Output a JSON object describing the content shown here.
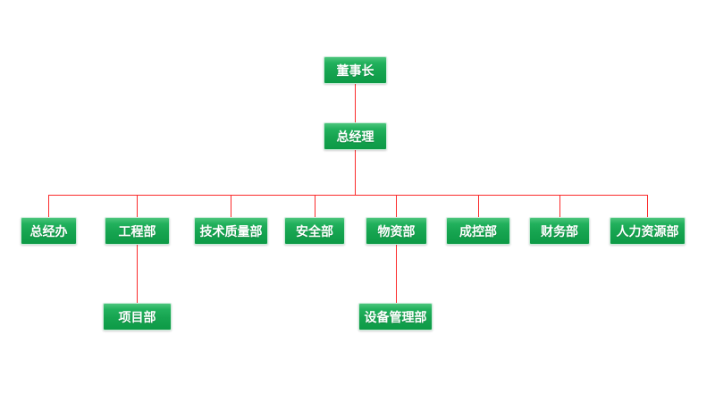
{
  "org_chart": {
    "type": "org-chart",
    "nodes": [
      {
        "id": "chairman",
        "label": "董事长",
        "level": 1,
        "parent": null
      },
      {
        "id": "general-manager",
        "label": "总经理",
        "level": 2,
        "parent": "chairman"
      },
      {
        "id": "gm-office",
        "label": "总经办",
        "level": 3,
        "parent": "general-manager"
      },
      {
        "id": "engineering",
        "label": "工程部",
        "level": 3,
        "parent": "general-manager"
      },
      {
        "id": "tech-quality",
        "label": "技术质量部",
        "level": 3,
        "parent": "general-manager"
      },
      {
        "id": "safety",
        "label": "安全部",
        "level": 3,
        "parent": "general-manager"
      },
      {
        "id": "materials",
        "label": "物资部",
        "level": 3,
        "parent": "general-manager"
      },
      {
        "id": "cost-control",
        "label": "成控部",
        "level": 3,
        "parent": "general-manager"
      },
      {
        "id": "finance",
        "label": "财务部",
        "level": 3,
        "parent": "general-manager"
      },
      {
        "id": "hr",
        "label": "人力资源部",
        "level": 3,
        "parent": "general-manager"
      },
      {
        "id": "project",
        "label": "项目部",
        "level": 4,
        "parent": "engineering"
      },
      {
        "id": "equipment-mgmt",
        "label": "设备管理部",
        "level": 4,
        "parent": "materials"
      }
    ],
    "edges": [
      {
        "from": "chairman",
        "to": "general-manager"
      },
      {
        "from": "general-manager",
        "to": "gm-office"
      },
      {
        "from": "general-manager",
        "to": "engineering"
      },
      {
        "from": "general-manager",
        "to": "tech-quality"
      },
      {
        "from": "general-manager",
        "to": "safety"
      },
      {
        "from": "general-manager",
        "to": "materials"
      },
      {
        "from": "general-manager",
        "to": "cost-control"
      },
      {
        "from": "general-manager",
        "to": "finance"
      },
      {
        "from": "general-manager",
        "to": "hr"
      },
      {
        "from": "engineering",
        "to": "project"
      },
      {
        "from": "materials",
        "to": "equipment-mgmt"
      }
    ],
    "colors": {
      "node_gradient_top": "#4cc57c",
      "node_gradient_mid": "#16a450",
      "node_gradient_bottom": "#0d9a46",
      "node_border": "#c9ecd8",
      "node_text": "#ffffff",
      "connector": "#fb2b2b",
      "background": "#ffffff"
    }
  }
}
